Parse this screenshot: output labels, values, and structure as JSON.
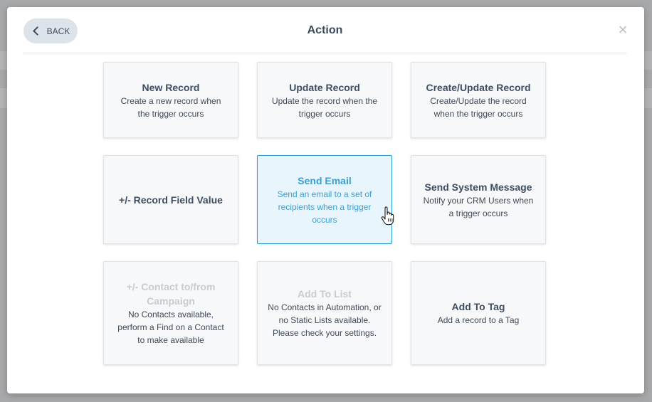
{
  "header": {
    "back_label": "BACK",
    "title": "Action",
    "close_glyph": "×"
  },
  "cards": [
    {
      "title": "New Record",
      "desc": "Create a new record when the trigger occurs",
      "state": "normal"
    },
    {
      "title": "Update Record",
      "desc": "Update the record when the trigger occurs",
      "state": "normal"
    },
    {
      "title": "Create/Update Record",
      "desc": "Create/Update the record when the trigger occurs",
      "state": "normal"
    },
    {
      "title": "+/- Record Field Value",
      "desc": "",
      "state": "normal"
    },
    {
      "title": "Send Email",
      "desc": "Send an email to a set of recipients when a trigger occurs",
      "state": "active"
    },
    {
      "title": "Send System Message",
      "desc": "Notify your CRM Users when a trigger occurs",
      "state": "normal"
    },
    {
      "title": "+/- Contact to/from Campaign",
      "desc": "No Contacts available, perform a Find on a Contact to make available",
      "state": "disabled"
    },
    {
      "title": "Add To List",
      "desc": "No Contacts in Automation, or no Static Lists available. Please check your settings.",
      "state": "disabled"
    },
    {
      "title": "Add To Tag",
      "desc": "Add a record to a Tag",
      "state": "normal"
    }
  ],
  "colors": {
    "accent": "#2e9bd3",
    "title_text": "#3d4a5c",
    "disabled_text": "#c8ccd2"
  },
  "icons": {
    "back": "chevron-left-icon",
    "close": "close-icon",
    "cursor": "hand-pointer-icon"
  }
}
